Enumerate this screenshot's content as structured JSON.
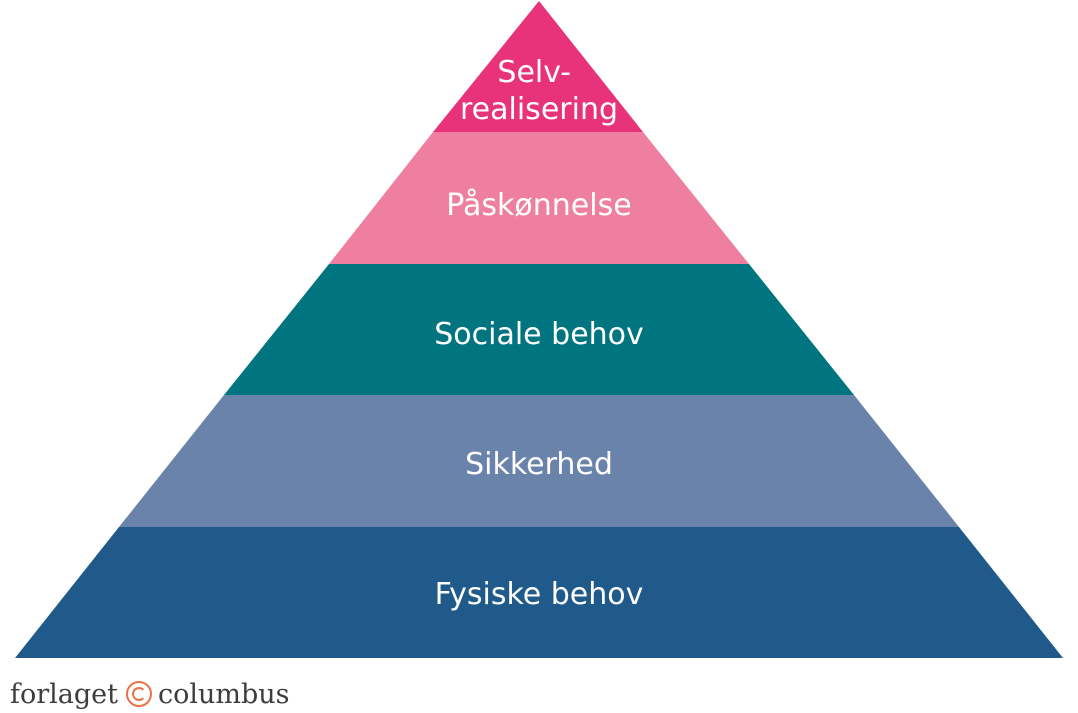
{
  "pyramid": {
    "levels": [
      {
        "key": "self",
        "label_lines": [
          "Selv-",
          "realisering"
        ],
        "color": "#e8327a"
      },
      {
        "key": "esteem",
        "label_lines": [
          "Påskønnelse"
        ],
        "color": "#ef7fa0"
      },
      {
        "key": "social",
        "label_lines": [
          "Sociale behov"
        ],
        "color": "#007580"
      },
      {
        "key": "safety",
        "label_lines": [
          "Sikkerhed"
        ],
        "color": "#6a83ab"
      },
      {
        "key": "physical",
        "label_lines": [
          "Fysiske behov"
        ],
        "color": "#1f5a8a"
      }
    ]
  },
  "logo": {
    "left_text": "forlaget",
    "right_text": "columbus",
    "mark_color": "#e8734a"
  }
}
